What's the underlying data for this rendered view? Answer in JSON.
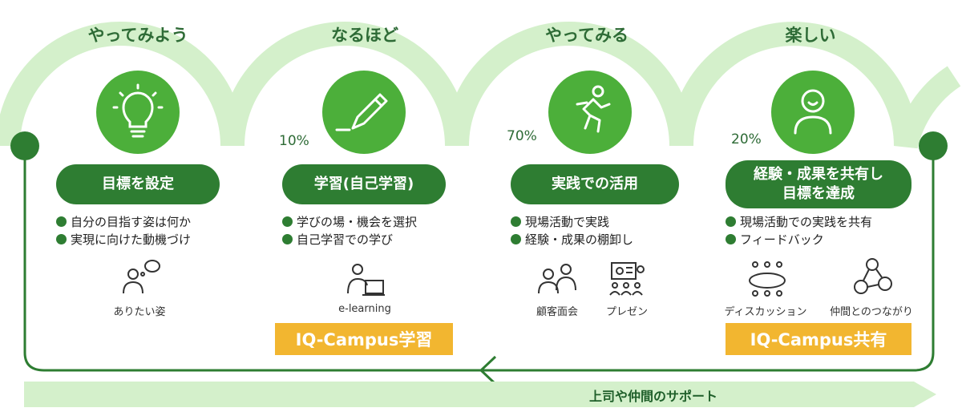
{
  "stages": [
    {
      "title": "やってみよう",
      "pill": [
        "目標を設定"
      ],
      "percent": "",
      "bullets": [
        "自分の目指す姿は何か",
        "実現に向けた動機づけ"
      ]
    },
    {
      "title": "なるほど",
      "pill": [
        "学習(自己学習)"
      ],
      "percent": "10%",
      "bullets": [
        "学びの場・機会を選択",
        "自己学習での学び"
      ]
    },
    {
      "title": "やってみる",
      "pill": [
        "実践での活用"
      ],
      "percent": "70%",
      "bullets": [
        "現場活動で実践",
        "経験・成果の棚卸し"
      ]
    },
    {
      "title": "楽しい",
      "pill": [
        "経験・成果を共有し",
        "目標を達成"
      ],
      "percent": "20%",
      "bullets": [
        "現場活動での実践を共有",
        "フィードバック"
      ]
    }
  ],
  "icons": {
    "stage_icons": [
      "lightbulb-icon",
      "pencil-icon",
      "running-person-icon",
      "person-icon"
    ],
    "ideal": "ありたい姿",
    "elearning": "e-learning",
    "customer_meeting": "顧客面会",
    "presentation": "プレゼン",
    "discussion": "ディスカッション",
    "connection": "仲間とのつながり"
  },
  "badges": {
    "learning": "IQ-Campus学習",
    "sharing": "IQ-Campus共有"
  },
  "support_label": "上司や仲間のサポート",
  "colors": {
    "light_green": "#d4f0cb",
    "mid_green": "#4caf3a",
    "dark_green": "#2e7d32",
    "badge": "#f2b630"
  }
}
